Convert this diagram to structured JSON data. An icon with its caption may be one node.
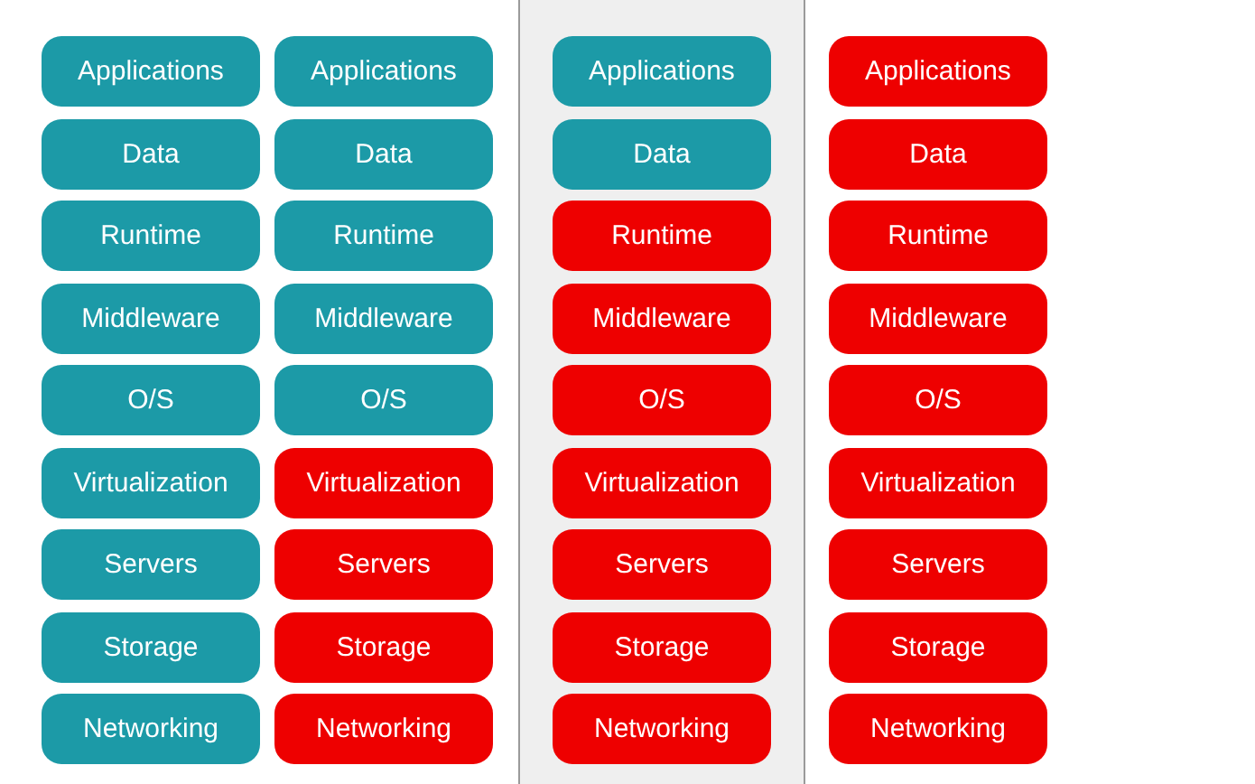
{
  "diagram": {
    "nodes": [
      {
        "text": [
          "Applications"
        ]
      },
      {
        "text": [
          "Data"
        ]
      },
      {
        "text": [
          "Runtime"
        ]
      },
      {
        "text": [
          "Middleware"
        ]
      },
      {
        "text": [
          "O/S"
        ]
      },
      {
        "text": [
          "Virtualization"
        ]
      },
      {
        "text": [
          "Servers"
        ]
      },
      {
        "text": [
          "Storage"
        ]
      },
      {
        "text": [
          "Networking"
        ]
      },
      {
        "text": [
          "Applications"
        ]
      },
      {
        "text": [
          "Data"
        ]
      },
      {
        "text": [
          "Runtime"
        ]
      },
      {
        "text": [
          "Middleware"
        ]
      },
      {
        "text": [
          "O/S"
        ]
      },
      {
        "text": [
          "Virtualization"
        ]
      },
      {
        "text": [
          "Servers"
        ]
      },
      {
        "text": [
          "Storage"
        ]
      },
      {
        "text": [
          "Networking"
        ]
      },
      {
        "text": [],
        "shape": "band"
      },
      {
        "text": [
          "Applications"
        ],
        "in": 18
      },
      {
        "text": [
          "Data"
        ],
        "in": 18
      },
      {
        "text": [
          "Runtime"
        ],
        "in": 18
      },
      {
        "text": [
          "Middleware"
        ],
        "in": 18
      },
      {
        "text": [
          "O/S"
        ],
        "in": 18
      },
      {
        "text": [
          "Virtualization"
        ],
        "in": 18
      },
      {
        "text": [
          "Servers"
        ],
        "in": 18
      },
      {
        "text": [
          "Storage"
        ],
        "in": 18
      },
      {
        "text": [
          "Networking"
        ],
        "in": 18
      },
      {
        "text": [
          "Applications"
        ]
      },
      {
        "text": [
          "Data"
        ]
      },
      {
        "text": [
          "Runtime"
        ]
      },
      {
        "text": [
          "Middleware"
        ]
      },
      {
        "text": [
          "O/S"
        ]
      },
      {
        "text": [
          "Virtualization"
        ]
      },
      {
        "text": [
          "Servers"
        ]
      },
      {
        "text": [
          "Storage"
        ]
      },
      {
        "text": [
          "Networking"
        ]
      }
    ]
  }
}
